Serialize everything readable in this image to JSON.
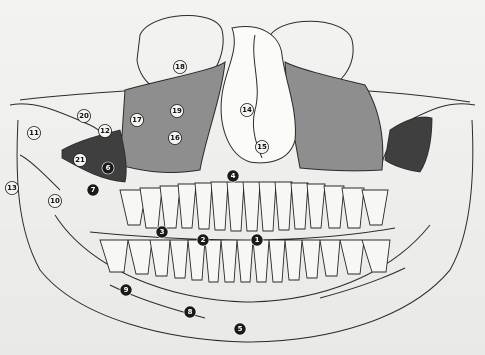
{
  "palette": {
    "paper": "#efefec",
    "sinus_shade": "#8e8e8e",
    "dark_shade": "#3f3f3f",
    "nasal_light": "#fbfbf8",
    "line": "#2a2a2a"
  },
  "markers": [
    {
      "label": "1",
      "style": "dark"
    },
    {
      "label": "2",
      "style": "dark"
    },
    {
      "label": "3",
      "style": "dark"
    },
    {
      "label": "4",
      "style": "dark"
    },
    {
      "label": "5",
      "style": "dark"
    },
    {
      "label": "6",
      "style": "dark"
    },
    {
      "label": "7",
      "style": "dark"
    },
    {
      "label": "8",
      "style": "dark"
    },
    {
      "label": "9",
      "style": "dark"
    },
    {
      "label": "10",
      "style": "light"
    },
    {
      "label": "11",
      "style": "light"
    },
    {
      "label": "12",
      "style": "light"
    },
    {
      "label": "13",
      "style": "light"
    },
    {
      "label": "14",
      "style": "light"
    },
    {
      "label": "15",
      "style": "light"
    },
    {
      "label": "16",
      "style": "light"
    },
    {
      "label": "17",
      "style": "light"
    },
    {
      "label": "18",
      "style": "light"
    },
    {
      "label": "19",
      "style": "light"
    },
    {
      "label": "20",
      "style": "light"
    },
    {
      "label": "21",
      "style": "light"
    }
  ]
}
